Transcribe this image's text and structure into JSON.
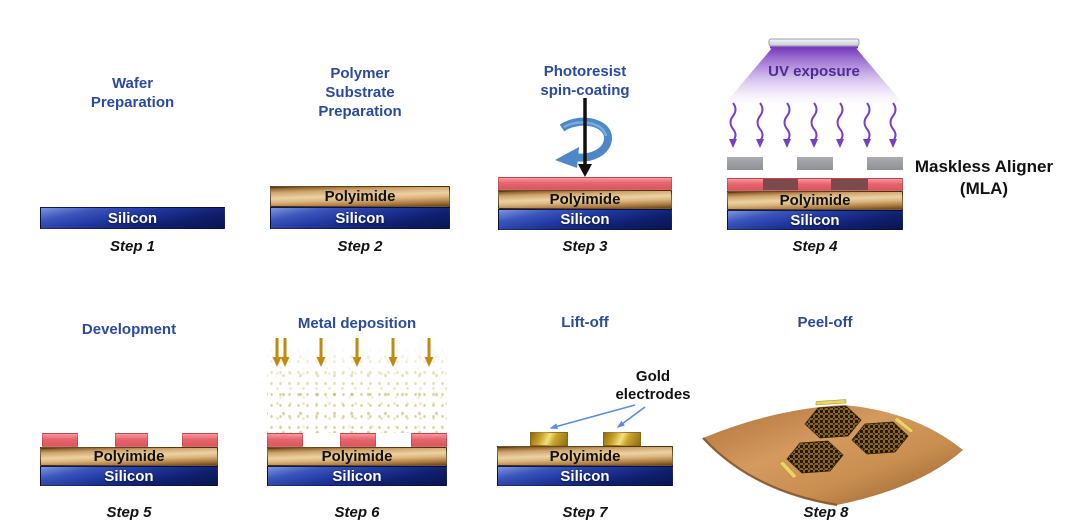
{
  "figure": {
    "description": "Microfabrication process flow for flexible gold electrodes",
    "labels": {
      "polyimide": "Polyimide",
      "silicon": "Silicon",
      "uv_exposure": "UV exposure",
      "maskless_aligner": "Maskless Aligner\n(MLA)",
      "gold_electrodes": "Gold\nelectrodes"
    },
    "steps": [
      {
        "title": "Wafer\nPreparation",
        "caption": "Step 1",
        "layers": [
          "Silicon"
        ]
      },
      {
        "title": "Polymer\nSubstrate\nPreparation",
        "caption": "Step 2",
        "layers": [
          "Polyimide",
          "Silicon"
        ]
      },
      {
        "title": "Photoresist\nspin-coating",
        "caption": "Step 3",
        "layers": [
          "Photoresist",
          "Polyimide",
          "Silicon"
        ]
      },
      {
        "title": "UV exposure",
        "caption": "Step 4",
        "layers": [
          "Mask",
          "Photoresist",
          "Polyimide",
          "Silicon"
        ]
      },
      {
        "title": "Development",
        "caption": "Step 5",
        "layers": [
          "Photoresist",
          "Polyimide",
          "Silicon"
        ]
      },
      {
        "title": "Metal deposition",
        "caption": "Step 6",
        "layers": [
          "Photoresist",
          "Polyimide",
          "Silicon"
        ]
      },
      {
        "title": "Lift-off",
        "caption": "Step 7",
        "layers": [
          "Gold",
          "Polyimide",
          "Silicon"
        ]
      },
      {
        "title": "Peel-off",
        "caption": "Step 8",
        "layers": [
          "Flexible substrate"
        ]
      }
    ],
    "colors": {
      "title_blue": "#2b4a9f",
      "uv_purple": "#7a3ec2",
      "uv_text_purple": "#4b2d92",
      "photoresist_red": "#e6656d",
      "exposed_resist": "#7c4a4a",
      "mask_gray": "#9c9ea1",
      "metal_arrow_gold": "#bf8a0e",
      "electrode_gold": "#f4e07c",
      "silicon_blue": "#20379e",
      "polyimide_tan": "#ecd2a4",
      "substrate_brown": "#c98e50",
      "annotation_arrow_blue": "#5b8ce0",
      "spin_arrow_blue": "#4e87c8"
    }
  }
}
